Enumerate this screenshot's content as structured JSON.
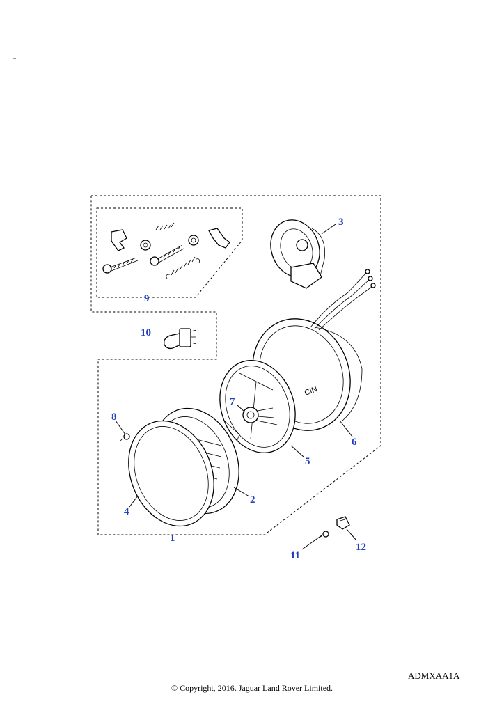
{
  "callouts": {
    "c1": "1",
    "c2": "2",
    "c3": "3",
    "c4": "4",
    "c5": "5",
    "c6": "6",
    "c7": "7",
    "c8": "8",
    "c9": "9",
    "c10": "10",
    "c11": "11",
    "c12": "12"
  },
  "reference_code": "ADMXAA1A",
  "copyright": "© Copyright, 2016. Jaguar Land Rover Limited.",
  "colors": {
    "callout": "#1f3fbf",
    "line": "#000000",
    "background": "#ffffff"
  }
}
